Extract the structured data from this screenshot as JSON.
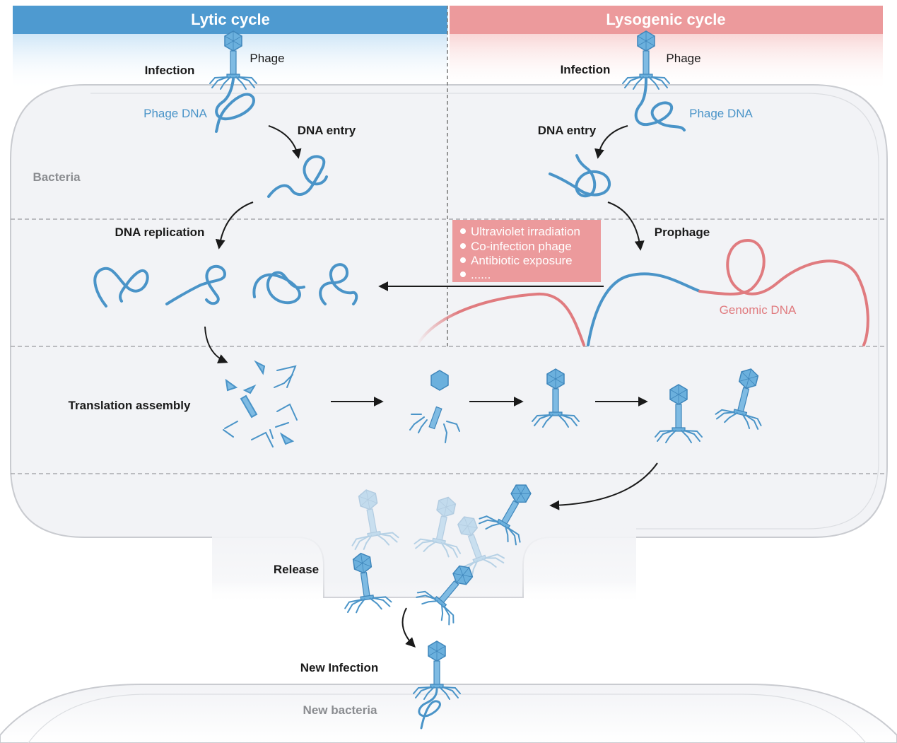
{
  "headers": {
    "lytic": "Lytic cycle",
    "lysogenic": "Lysogenic cycle"
  },
  "labels": {
    "infection_left": "Infection",
    "phage_left": "Phage",
    "phage_dna_left": "Phage DNA",
    "dna_entry_left": "DNA entry",
    "bacteria": "Bacteria",
    "dna_replication": "DNA replication",
    "translation_assembly": "Translation assembly",
    "release": "Release",
    "new_infection": "New Infection",
    "new_bacteria": "New bacteria",
    "infection_right": "Infection",
    "phage_right": "Phage",
    "phage_dna_right": "Phage DNA",
    "dna_entry_right": "DNA entry",
    "prophage": "Prophage",
    "genomic_dna": "Genomic DNA"
  },
  "triggers": [
    "Ultraviolet irradiation",
    "Co-infection phage",
    "Antibiotic exposure",
    "......"
  ],
  "colors": {
    "lytic_header": "#4e9ad0",
    "lysogenic_header": "#ec9a9c",
    "phage_blue": "#4a94c8",
    "genomic_red": "#e07b7f",
    "cell_fill": "#f2f3f6",
    "cell_stroke": "#c9cbd0",
    "trigger_box": "#ec9a9c"
  }
}
